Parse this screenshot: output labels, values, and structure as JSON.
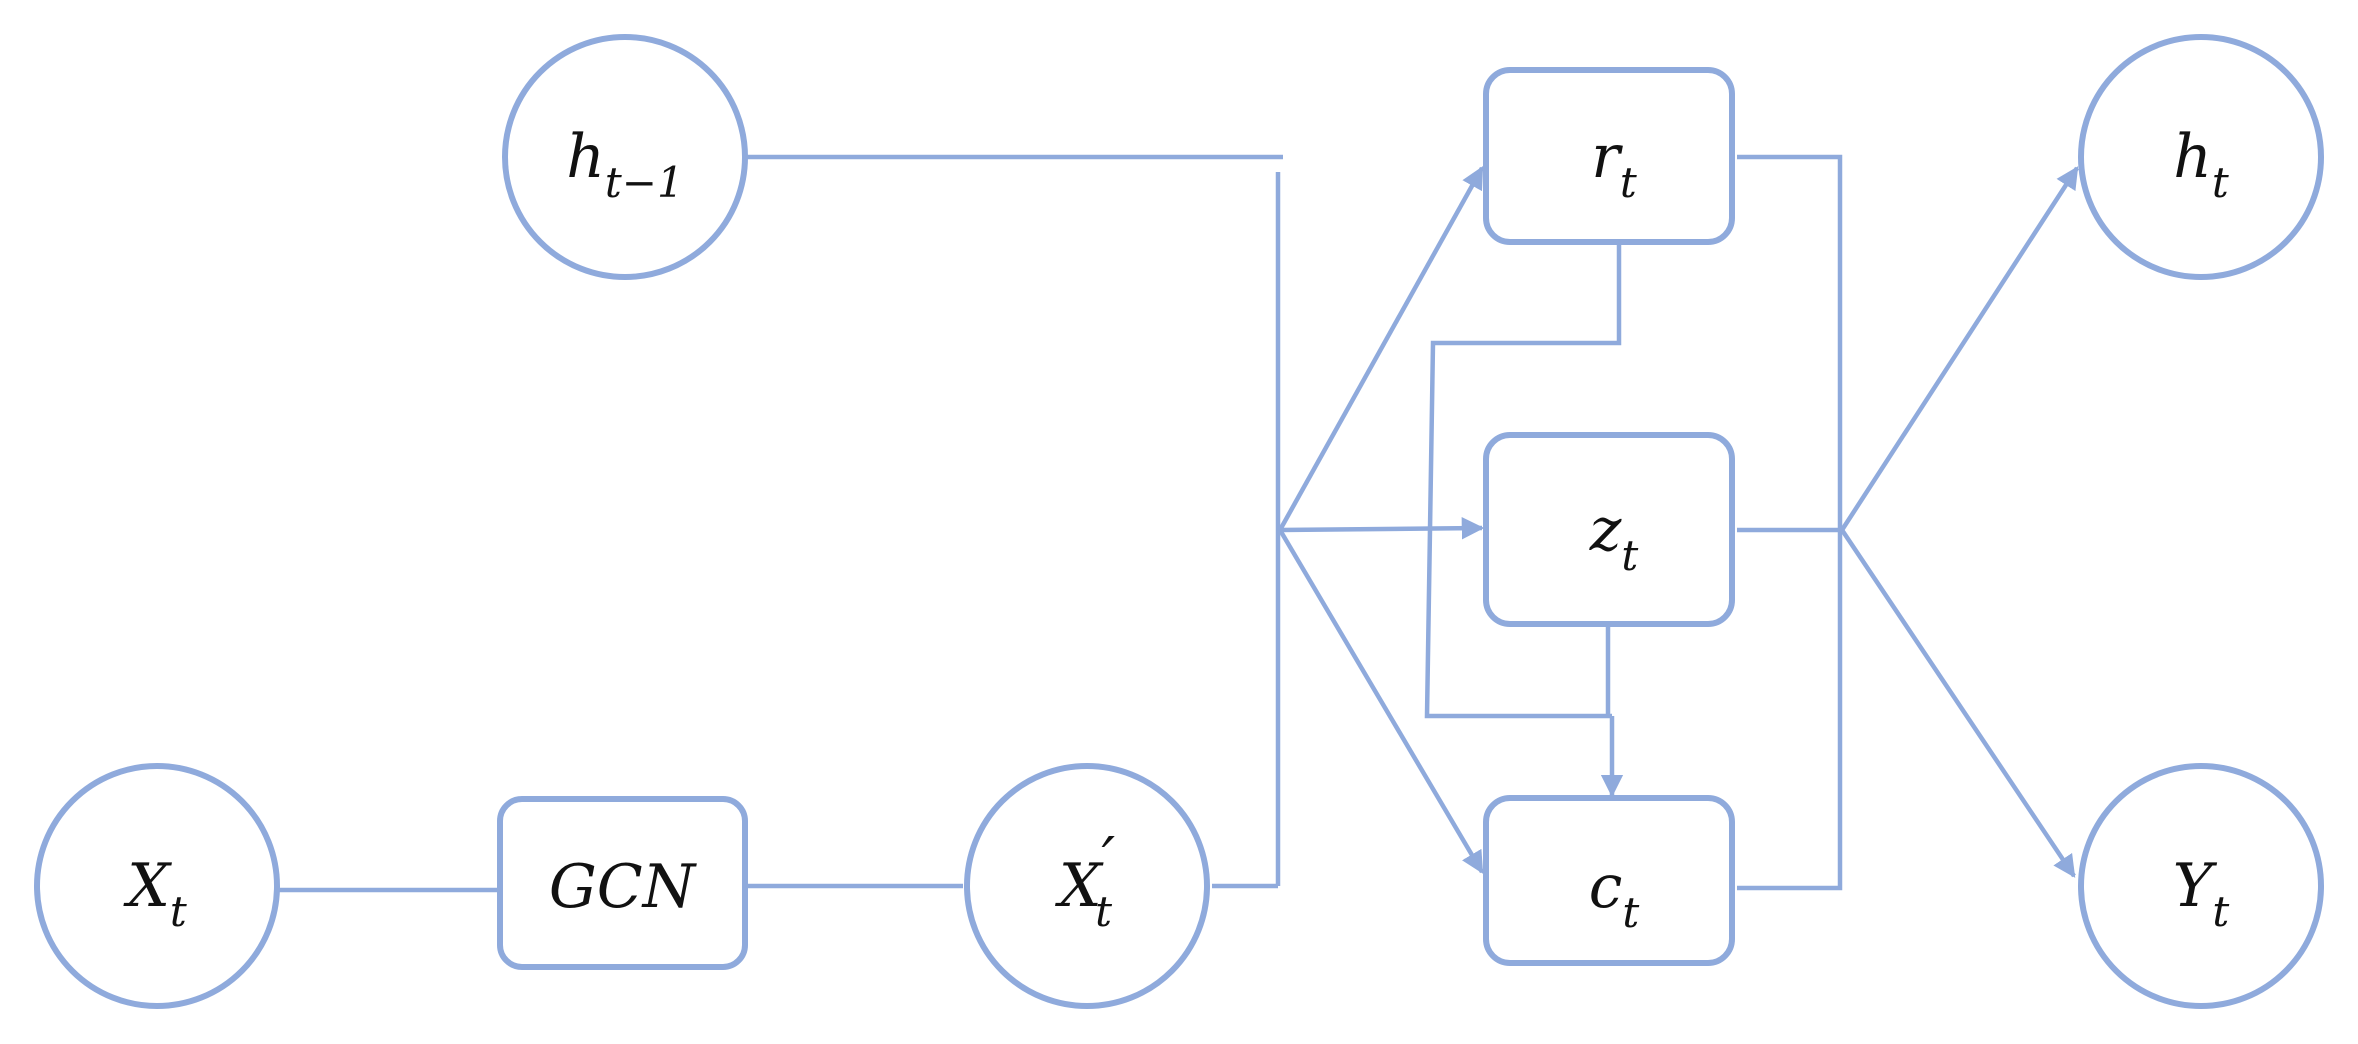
{
  "nodes": {
    "h_prev": {
      "base": "h",
      "sub": "t−1",
      "prime": ""
    },
    "x_t": {
      "base": "X",
      "sub": "t",
      "prime": ""
    },
    "gcn": {
      "base": "GCN",
      "sub": "",
      "prime": ""
    },
    "x_t_prime": {
      "base": "X",
      "sub": "t",
      "prime": "′"
    },
    "r_t": {
      "base": "r",
      "sub": "t",
      "prime": ""
    },
    "z_t": {
      "base": "z",
      "sub": "t",
      "prime": ""
    },
    "c_t": {
      "base": "c",
      "sub": "t",
      "prime": ""
    },
    "h_t": {
      "base": "h",
      "sub": "t",
      "prime": ""
    },
    "y_t": {
      "base": "Y",
      "sub": "t",
      "prime": ""
    }
  },
  "colors": {
    "stroke": "#8faadc",
    "text": "#111111",
    "background": "#ffffff"
  }
}
